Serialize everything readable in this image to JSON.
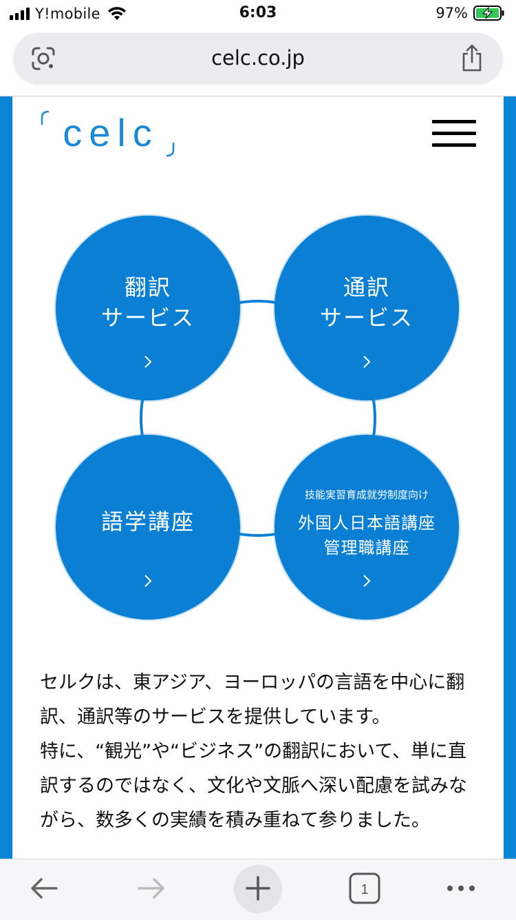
{
  "status_bar": {
    "carrier": "Y!mobile",
    "time": "6:03",
    "battery": "97%"
  },
  "browser": {
    "url": "celc.co.jp"
  },
  "site": {
    "logo_text": "celc",
    "services": [
      {
        "line1": "翻訳",
        "line2": "サービス"
      },
      {
        "line1": "通訳",
        "line2": "サービス"
      },
      {
        "line1": "語学講座"
      },
      {
        "small": "技能実習育成就労制度向け",
        "line1": "外国人日本語講座",
        "line2": "管理職講座"
      }
    ],
    "description": [
      "セルクは、東アジア、ヨーロッパの言語を中心に翻訳、通訳等のサービスを提供しています。",
      "特に、“観光”や“ビジネス”の翻訳において、単に直訳するのではなく、文化や文脈へ深い配慮を試みながら、数多くの実績を積み重ねて参りました。"
    ]
  },
  "toolbar": {
    "tab_count": "1"
  },
  "colors": {
    "brand_blue": "#0a7fd4",
    "frame_blue": "#0a85d6"
  }
}
